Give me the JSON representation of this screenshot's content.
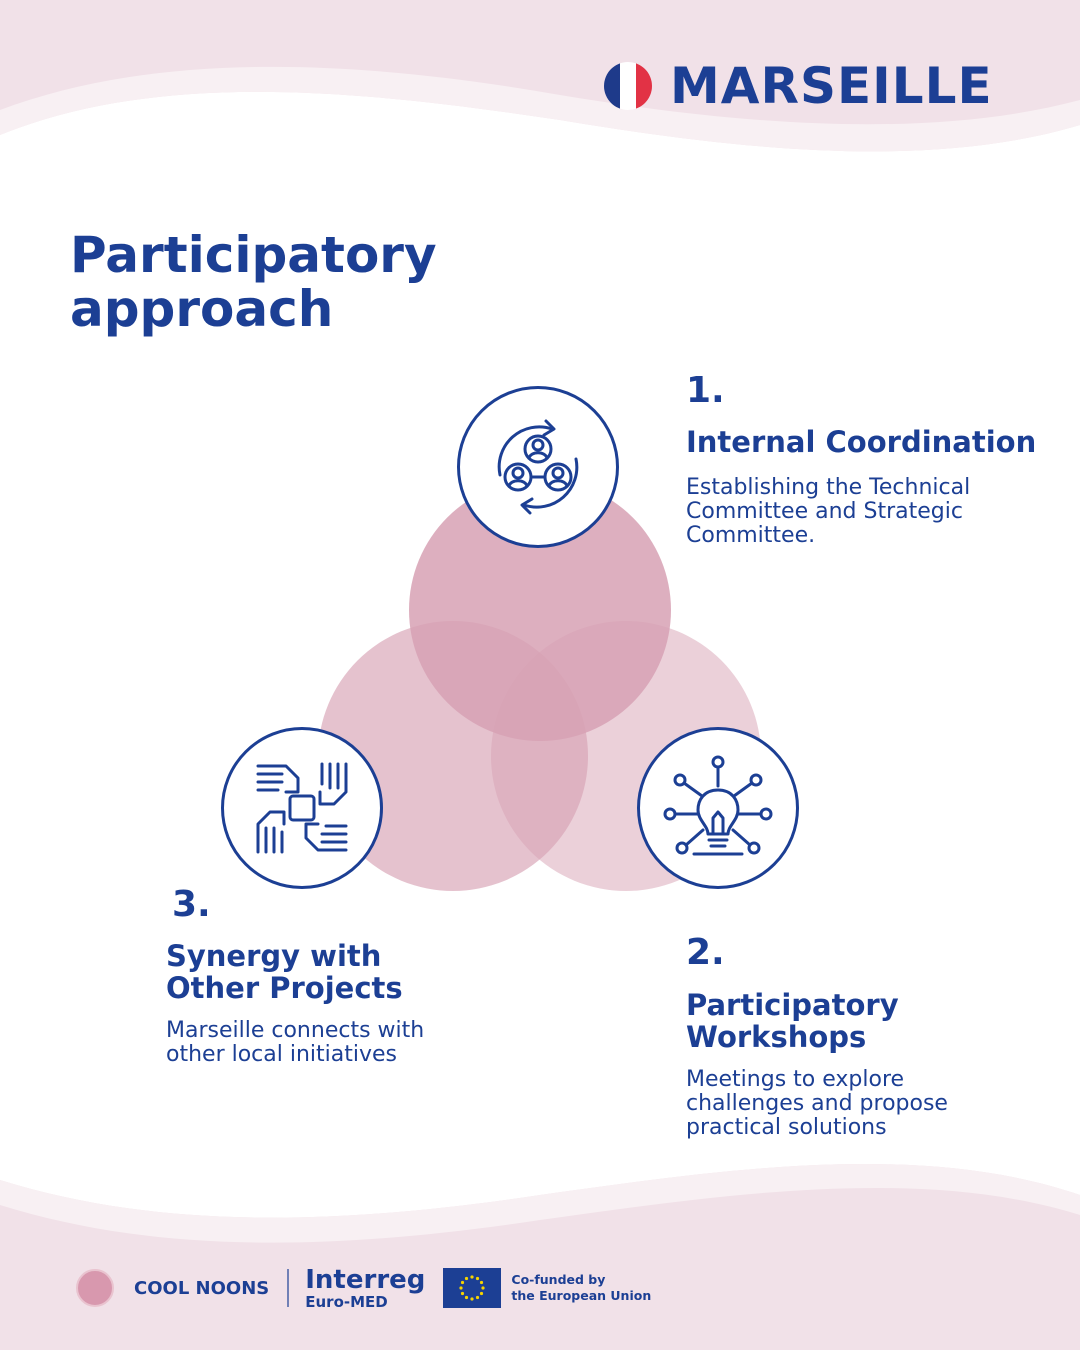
{
  "header": {
    "city": "MARSEILLE",
    "flag_colors": [
      "#1e3a8a",
      "#ffffff",
      "#e23245"
    ],
    "flag_icon": "france-flag-icon"
  },
  "title": {
    "line1": "Participatory",
    "line2": "approach"
  },
  "steps": [
    {
      "number": "1.",
      "title": "Internal Coordination",
      "desc_lines": [
        "Establishing the Technical",
        "Committee and Strategic",
        "Committee."
      ],
      "icon": "team-cycle-icon"
    },
    {
      "number": "2.",
      "title_lines": [
        "Participatory",
        "Workshops"
      ],
      "desc_lines": [
        "Meetings to explore",
        "challenges and propose",
        "practical solutions"
      ],
      "icon": "lightbulb-network-icon"
    },
    {
      "number": "3.",
      "title_lines": [
        "Synergy with",
        "Other Projects"
      ],
      "desc_lines": [
        "Marseille connects with",
        "other local initiatives"
      ],
      "icon": "joined-hands-icon"
    }
  ],
  "footer": {
    "brand": "COOL NOONS",
    "interreg_line1": "Interreg",
    "interreg_line2": "Euro-MED",
    "eu_line1": "Co-funded by",
    "eu_line2": "the European Union",
    "logo_icon": "cool-noons-logo-icon",
    "eu_icon": "eu-flag-icon"
  },
  "colors": {
    "primary": "#1c3f94",
    "pink_wave": "#f1e1e8",
    "circle_top": "#d7a1b4",
    "circle_left": "#e2b8c6",
    "circle_right": "#ecccd7"
  }
}
